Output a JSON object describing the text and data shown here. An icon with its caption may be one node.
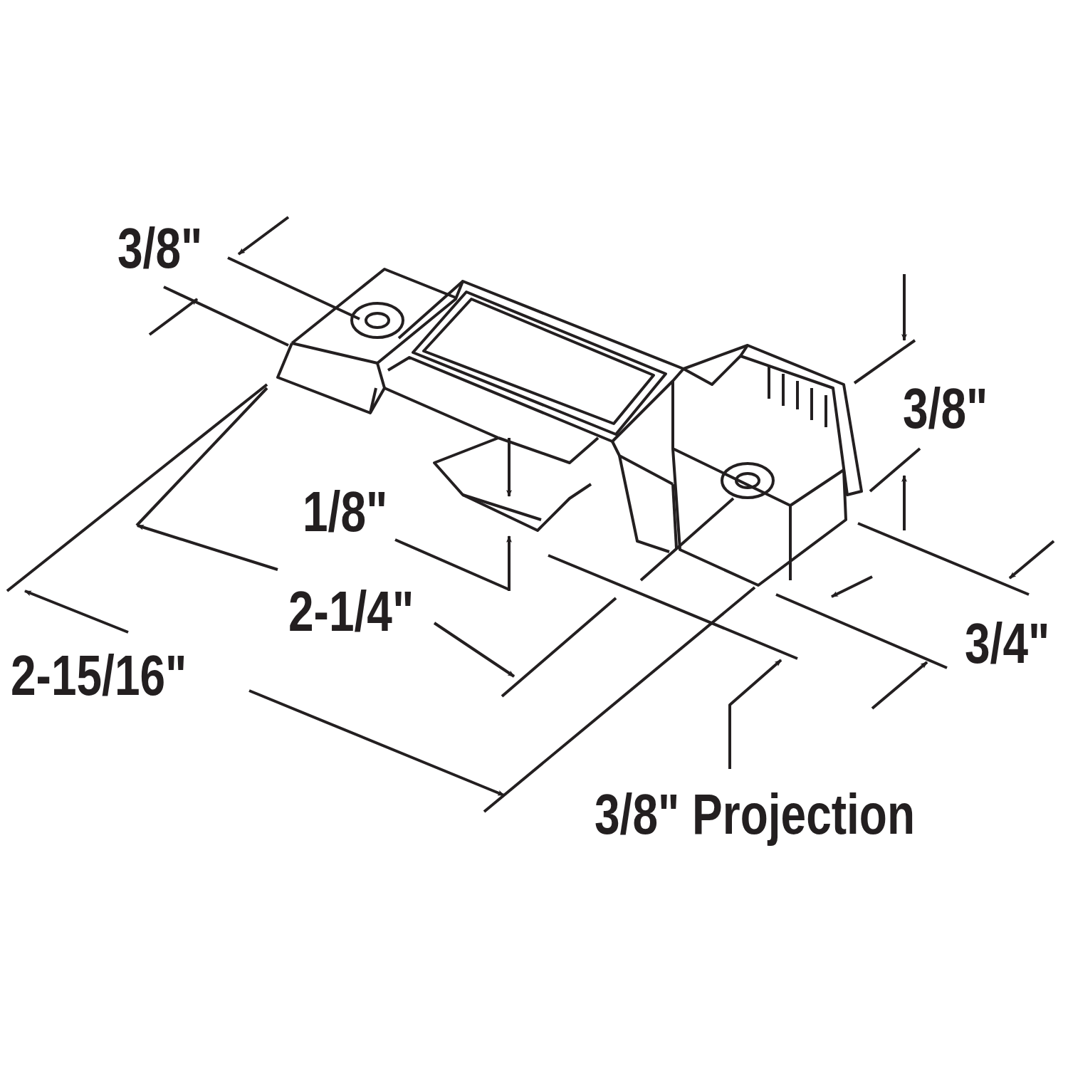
{
  "diagram": {
    "labels": [
      "3/8\"",
      "3/8\"",
      "1/8\"",
      "2-1/4\"",
      "3/4\"",
      "2-15/16\"",
      "3/8\" Projection"
    ]
  }
}
